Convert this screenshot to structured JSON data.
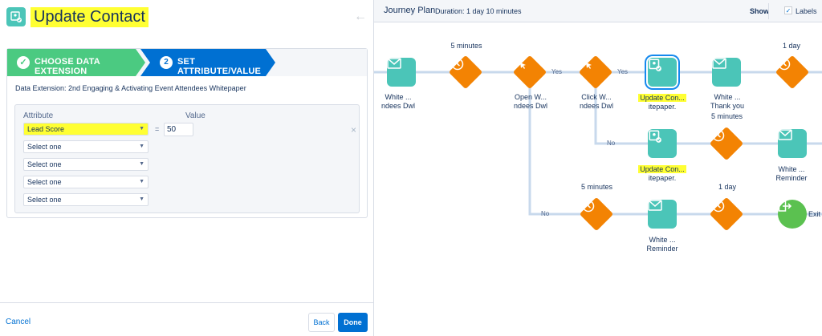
{
  "left": {
    "title": "Update Contact",
    "back_arrow": "←",
    "steps": [
      {
        "label": "CHOOSE DATA EXTENSION",
        "state": "complete"
      },
      {
        "number": "2",
        "label": "SET ATTRIBUTE/VALUE",
        "state": "active"
      }
    ],
    "data_extension": "Data Extension:  2nd Engaging & Activating Event Attendees Whitepaper",
    "columns": {
      "attribute": "Attribute",
      "value": "Value"
    },
    "rows": [
      {
        "attribute": "Lead Score",
        "value": "50",
        "operator": "="
      },
      {
        "attribute": "Select one"
      },
      {
        "attribute": "Select one"
      },
      {
        "attribute": "Select one"
      },
      {
        "attribute": "Select one"
      }
    ],
    "remove": "×",
    "cancel": "Cancel",
    "back": "Back",
    "done": "Done"
  },
  "right": {
    "title": "Journey Plan",
    "duration": "Duration: 1 day 10 minutes",
    "show": "Show",
    "labels": "Labels",
    "labels_checked": "✓",
    "nodes": {
      "email1": {
        "line1": "White ...",
        "line2": "ndees Dwl"
      },
      "wait1_top": "5 minutes",
      "open": {
        "line1": "Open        W...",
        "line2": "ndees Dwl"
      },
      "click": {
        "line1": "Click        W...",
        "line2": "ndees Dwl"
      },
      "update1": {
        "line1": "Update Con...",
        "line2": "itepaper."
      },
      "email2": {
        "line1": "White ...",
        "line2": "Thank you"
      },
      "wait_1day_top": "1 day",
      "wait_mid_top": "5 minutes",
      "update2": {
        "line1": "Update Con...",
        "line2": "itepaper."
      },
      "email3": {
        "line1": "White ...",
        "line2": "Reminder"
      },
      "wait_bot1_top": "5 minutes",
      "wait_bot2_top": "1 day",
      "email4": {
        "line1": "White ...",
        "line2": "Reminder"
      },
      "exit": "Exit"
    },
    "edges": {
      "yes1": "Yes",
      "yes2": "Yes",
      "no1": "No",
      "no2": "No"
    }
  }
}
